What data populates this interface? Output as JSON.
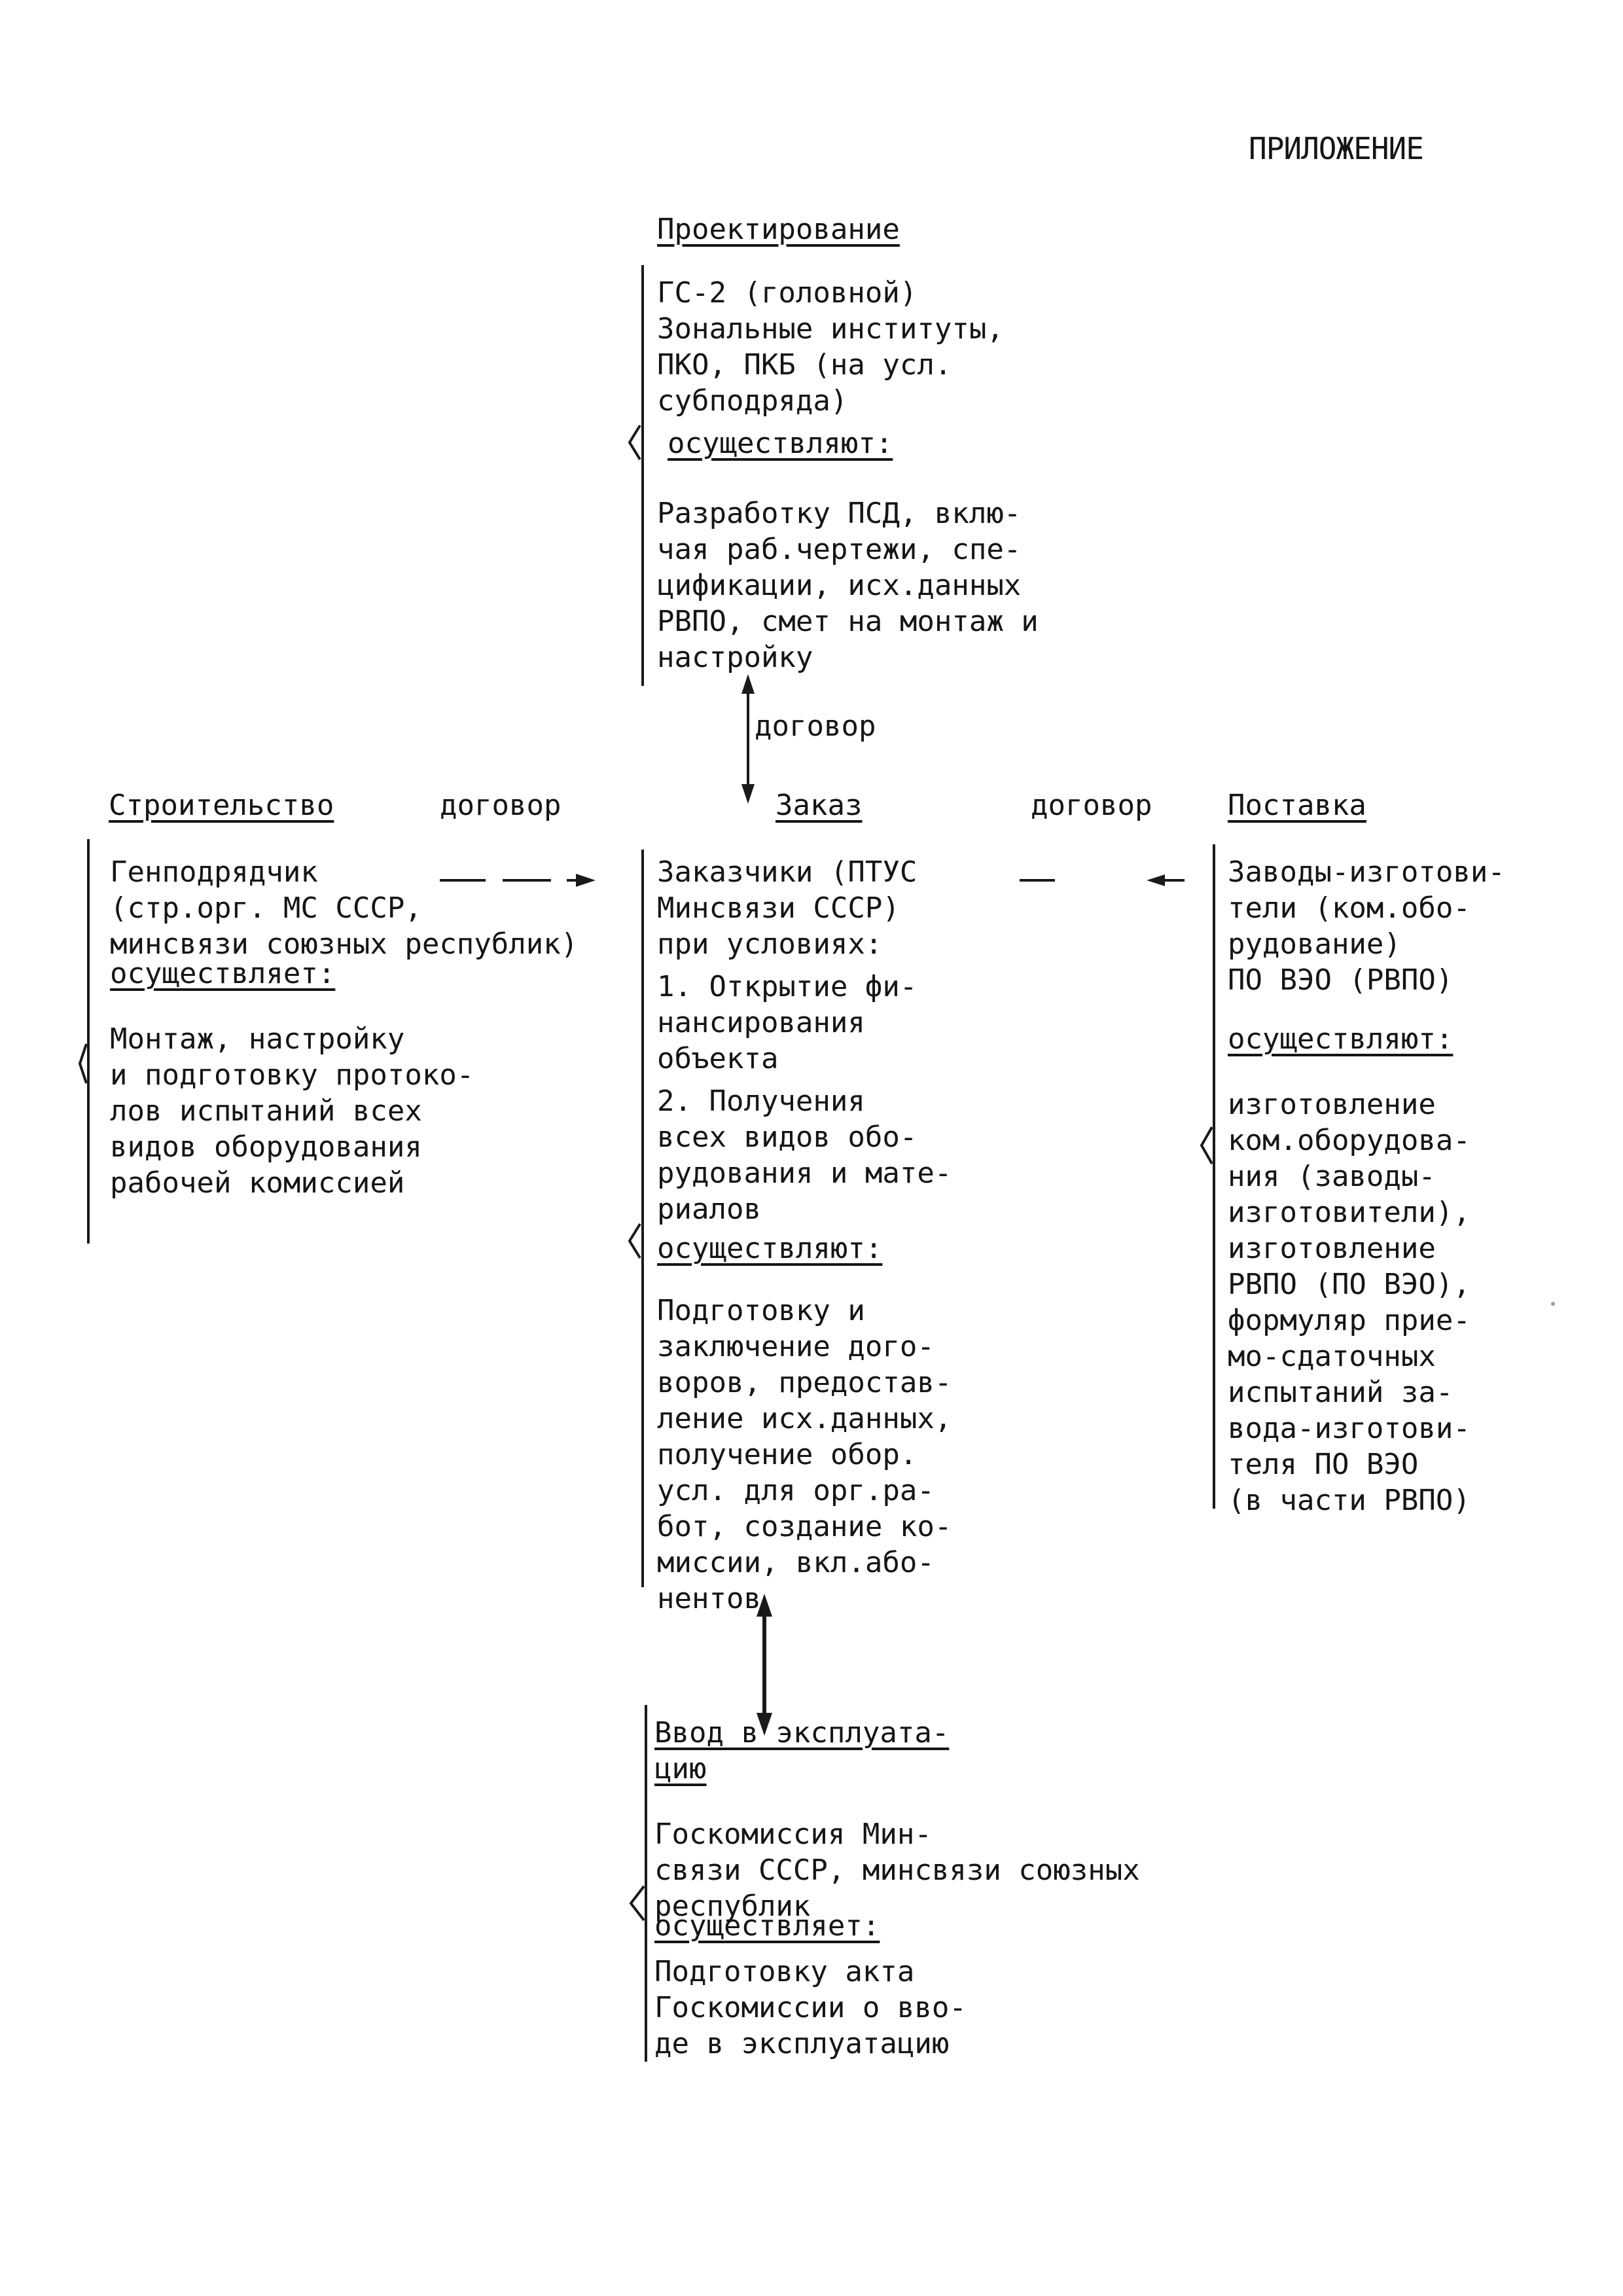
{
  "appendix_label": "ПРИЛОЖЕНИЕ",
  "design": {
    "heading": "Проектирование",
    "executors": "ГС-2 (головной)\nЗональные институты,\nПКО, ПКБ (на усл.\nсубподряда)",
    "role": "осуществляют:",
    "tasks": "Разработку ПСД, вклю-\nчая раб.чертежи, спе-\nцификации, исх.данных\nРВПО, смет на монтаж и\nнастройку"
  },
  "construction": {
    "heading": "Строительство",
    "executors": "Генподрядчик\n(стр.орг. МС СССР,\nминсвязи союзных республик)",
    "role": "осуществляет:",
    "tasks": "Монтаж, настройку\nи подготовку протоко-\nлов испытаний всех\nвидов оборудования\nрабочей комиссией"
  },
  "order": {
    "heading": "Заказ",
    "executors": "Заказчики (ПТУС\nМинсвязи СССР)\nпри условиях:",
    "condition1": "1. Открытие фи-\nнансирования\nобъекта",
    "condition2": "2. Получения\nвсех видов обо-\nрудования и мате-\nриалов",
    "role": "осуществляют:",
    "tasks": "Подготовку и\nзаключение дого-\nворов, предостав-\nление исх.данных,\nполучение обор.\nусл. для орг.ра-\nбот, создание ко-\nмиссии, вкл.або-\nнентов"
  },
  "supply": {
    "heading": "Поставка",
    "executors": "Заводы-изготови-\nтели (ком.обо-\nрудование)\nПО ВЭО (РВПО)",
    "role": "осуществляют:",
    "tasks": "изготовление\nком.оборудова-\nния (заводы-\nизготовители),\nизготовление\nРВПО (ПО ВЭО),\nформуляр прие-\nмо-сдаточных\nиспытаний за-\nвода-изготови-\nтеля ПО ВЭО\n(в части РВПО)"
  },
  "commissioning": {
    "heading": "Ввод в эксплуата-\nцию",
    "executors": "Госкомиссия Мин-\nсвязи СССР, минсвязи союзных\nреспублик",
    "role": "осуществляет:",
    "tasks": "Подготовку акта\nГоскомиссии о вво-\nде в эксплуатацию"
  },
  "links": {
    "design_order": "договор",
    "construction_order": "договор",
    "order_supply": "договор"
  }
}
